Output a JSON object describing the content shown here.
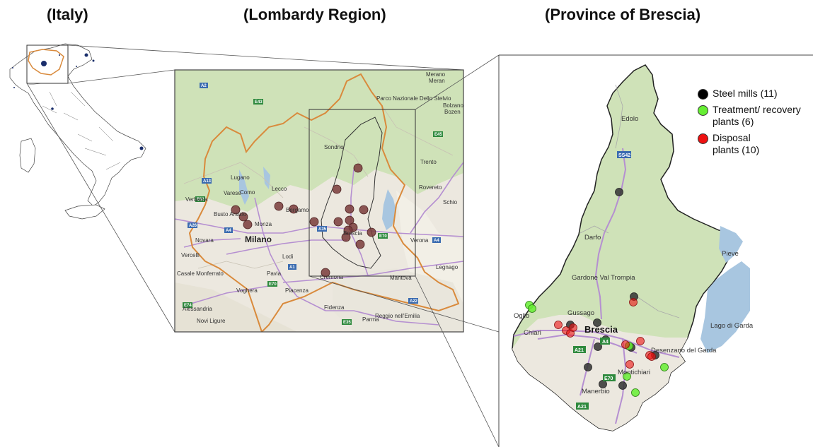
{
  "titles": {
    "italy": "(Italy)",
    "lombardy": "(Lombardy Region)",
    "brescia": "(Province of Brescia)"
  },
  "lombardy_map": {
    "cities": [
      "Merano",
      "Meran",
      "Bolzano",
      "Bozen",
      "Parco Nazionale Dello Stelvio",
      "Sondrio",
      "Trento",
      "Rovereto",
      "Schio",
      "Lecco",
      "Lugano",
      "Como",
      "Varese",
      "Verbania",
      "Busto Arsizio",
      "Monza",
      "Bergamo",
      "Milano",
      "Novara",
      "Brescia",
      "Verona",
      "Legnago",
      "Vercelli",
      "Casale Monferrato",
      "Pavia",
      "Lodi",
      "Cremona",
      "Mantova",
      "Voghera",
      "Piacenza",
      "Alessandria",
      "Novi Ligure",
      "Fidenza",
      "Parma",
      "Reggio nell'Emilia"
    ],
    "road_shields": [
      "A2",
      "E43",
      "A13",
      "E45",
      "E62",
      "A26",
      "A4",
      "A35",
      "E70",
      "A1",
      "E74",
      "A22",
      "E35"
    ],
    "site_marker_color": "#7a3b3b"
  },
  "brescia_map": {
    "cities": [
      "Edolo",
      "Darfo",
      "Gardone Val Trompia",
      "Gussago",
      "Brescia",
      "Chiari",
      "Desenzano del Garda",
      "Montichiari",
      "Manerbio",
      "Pieve",
      "Lago di Garda",
      "Oglio"
    ],
    "road_shields": [
      "SS42",
      "A4",
      "A21",
      "E70",
      "A21"
    ]
  },
  "legend": {
    "items": [
      {
        "label": "Steel mills (11)",
        "color": "#000000"
      },
      {
        "label": "Treatment/ recovery plants (6)",
        "color": "#66ee33"
      },
      {
        "label": "Disposal plants (10)",
        "color": "#ee1111"
      }
    ]
  },
  "colors": {
    "border_orange": "#d98a3c",
    "map_green": "#cfe2b8",
    "map_plain": "#ece8df",
    "water": "#a8c6e0"
  }
}
